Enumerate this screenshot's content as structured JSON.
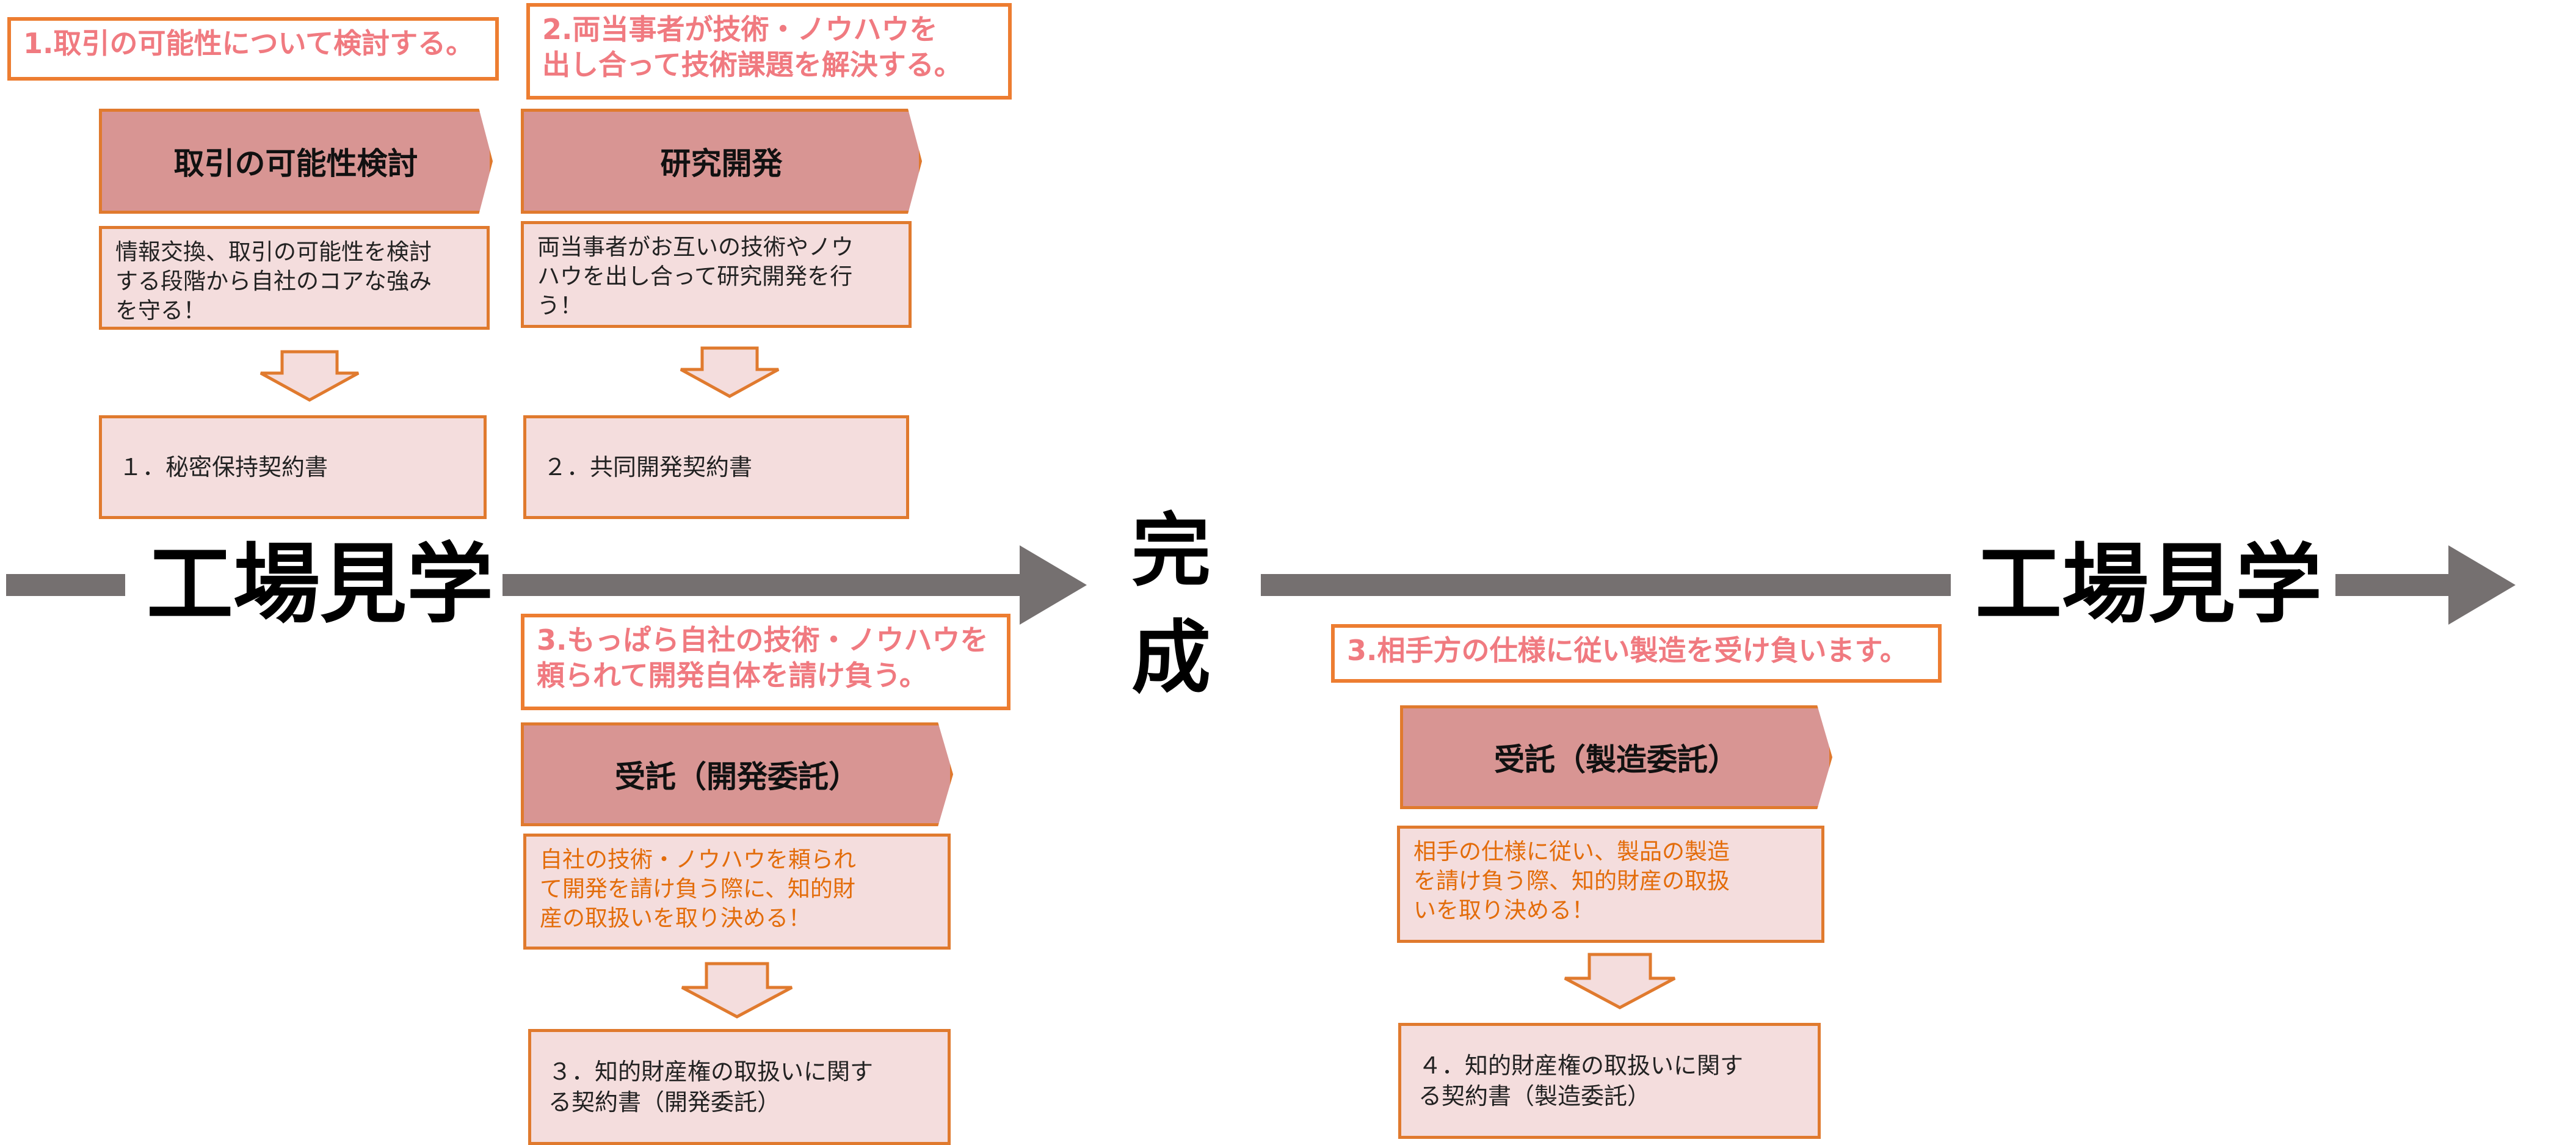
{
  "headings": [
    "1.取引の可能性について検討する。",
    "2.両当事者が技術・ノウハウを\n出し合って技術課題を解決する。",
    "3.もっぱら自社の技術・ノウハウを\n頼られて開発自体を請け負う。",
    "3.相手方の仕様に従い製造を受け負います。"
  ],
  "steps": [
    {
      "title": "取引の可能性検討",
      "desc": "情報交換、取引の可能性を検討\nする段階から自社のコアな強み\nを守る！",
      "contract": "１．秘密保持契約書"
    },
    {
      "title": "研究開発",
      "desc": "両当事者がお互いの技術やノウ\nハウを出し合って研究開発を行\nう！",
      "contract": "２．共同開発契約書"
    },
    {
      "title": "受託（開発委託）",
      "desc": "自社の技術・ノウハウを頼られ\nて開発を請け負う際に、知的財\n産の取扱いを取り決める！",
      "contract": "３．知的財産権の取扱いに関す\nる契約書（開発委託）"
    },
    {
      "title": "受託（製造委託）",
      "desc": "相手の仕様に従い、製品の製造\nを請け負う際、知的財産の取扱\nいを取り決める！",
      "contract": "４．知的財産権の取扱いに関す\nる契約書（製造委託）"
    }
  ],
  "timeline": {
    "left_label": "工場見学",
    "middle_label": "完\n成",
    "right_label": "工場見学"
  },
  "colors": {
    "heading_text": "#F07A80",
    "outline": "#ED7D31",
    "chevron_fill": "#D89593",
    "box_fill": "#F4DDDD",
    "timeline": "#757070"
  }
}
